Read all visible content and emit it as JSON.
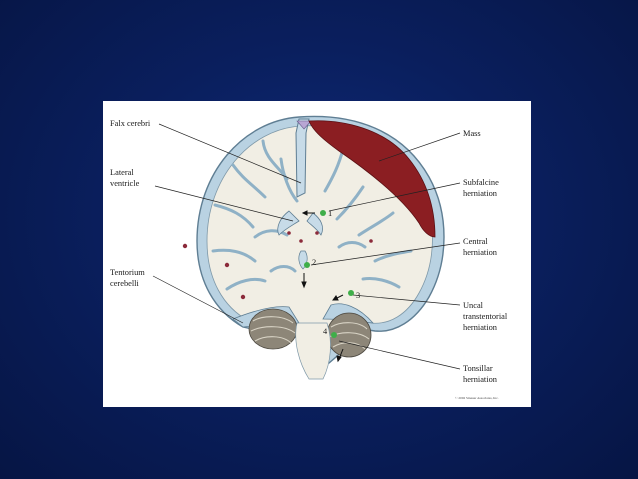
{
  "figure": {
    "labels_left": {
      "falx": "Falx cerebri",
      "lateral_1": "Lateral",
      "lateral_2": "ventricle",
      "tentorium_1": "Tentorium",
      "tentorium_2": "cerebelli"
    },
    "labels_right": {
      "mass": "Mass",
      "subfalcine_1": "Subfalcine",
      "subfalcine_2": "herniation",
      "central_1": "Central",
      "central_2": "herniation",
      "uncal_1": "Uncal",
      "uncal_2": "transtentorial",
      "uncal_3": "herniation",
      "tonsillar_1": "Tonsillar",
      "tonsillar_2": "herniation"
    },
    "markers": {
      "m1": "1",
      "m2": "2",
      "m3": "3",
      "m4": "4"
    },
    "credit": "© 2002 Sinauer Associates, Inc.",
    "colors": {
      "mass": "#8b1e22",
      "meninges": "#b9d2e2",
      "meninges_edge": "#5f7e93",
      "brain": "#f1eee4",
      "cerebellum": "#8d8678",
      "marker": "#3fae49",
      "vessel": "#8b2a3a",
      "background": "#0a1f5e"
    }
  }
}
